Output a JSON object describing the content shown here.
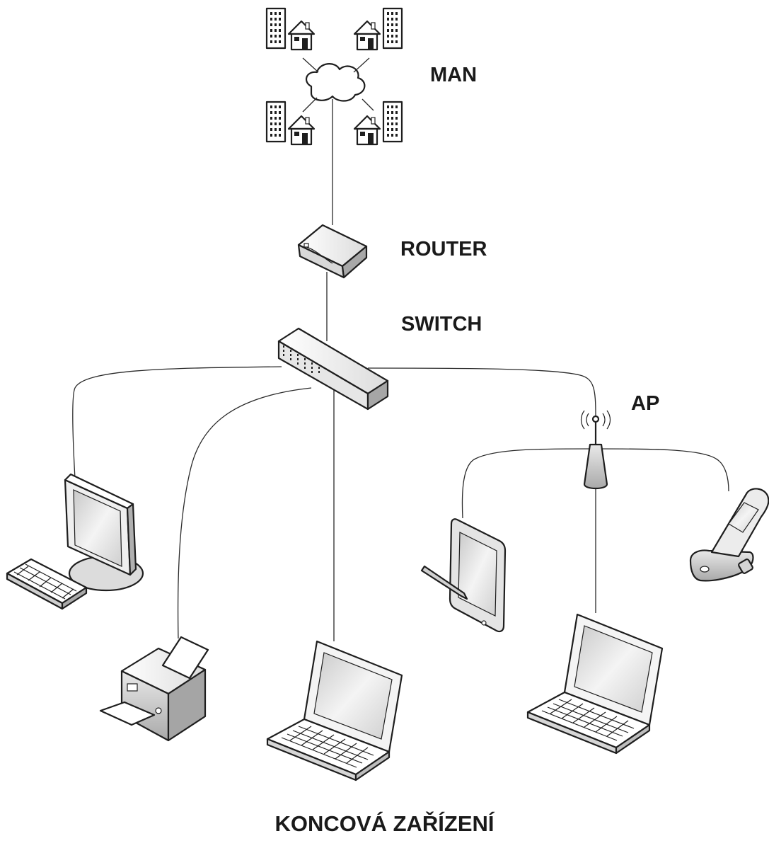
{
  "labels": {
    "man": "MAN",
    "router": "ROUTER",
    "switch": "SWITCH",
    "ap": "AP",
    "end_devices": "KONCOVÁ ZAŘÍZENÍ"
  },
  "colors": {
    "line": "#2a2a2a",
    "device_light": "#f2f2f2",
    "device_shadow": "#b8b8b8",
    "screen": "#d9d9d9"
  },
  "icons": [
    "building-icon",
    "house-icon",
    "cloud-icon",
    "router-icon",
    "switch-icon",
    "access-point-icon",
    "desktop-computer-icon",
    "keyboard-icon",
    "printer-icon",
    "laptop-icon",
    "tablet-icon",
    "stylus-icon",
    "mobile-phone-icon"
  ]
}
